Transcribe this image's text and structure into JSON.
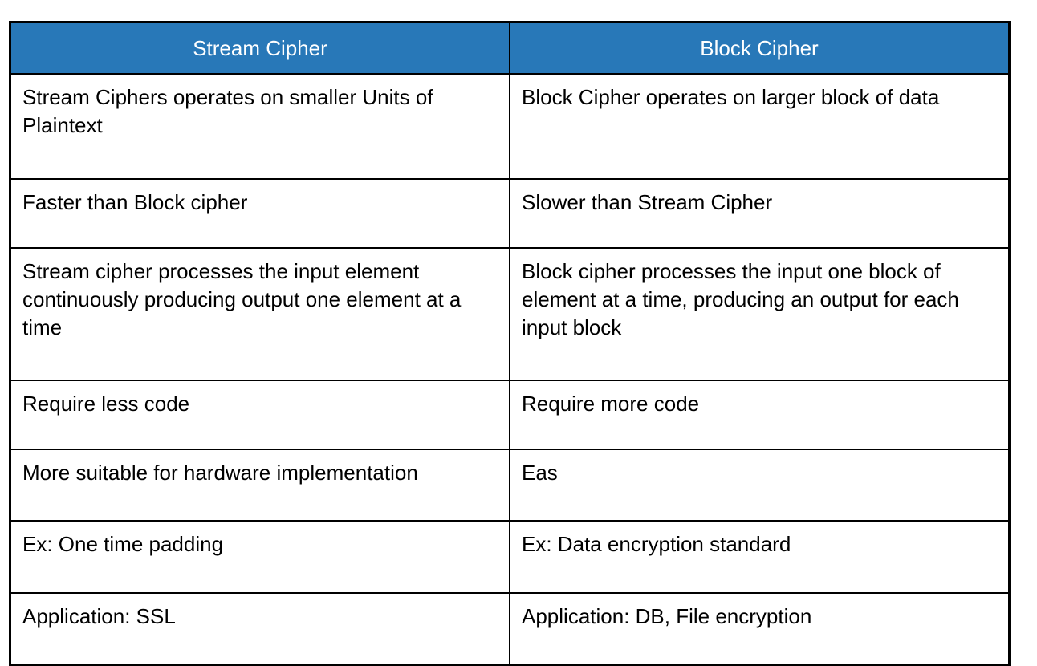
{
  "table": {
    "title": "Stream Cipher vs Block Cipher comparison table",
    "header_bg_color": "#2878B8",
    "header_text_color": "#FFFFFF",
    "border_color": "#000000",
    "headers": [
      {
        "label": "Stream Cipher"
      },
      {
        "label": "Block Cipher"
      }
    ],
    "rows": [
      {
        "left": "Stream Ciphers operates on smaller Units of Plaintext",
        "right": "Block Cipher operates on larger block of data"
      },
      {
        "left": "Faster than Block cipher",
        "right": "Slower than Stream Cipher"
      },
      {
        "left": "Stream cipher processes the input element continuously producing output one element at a time",
        "right": "Block cipher processes the input one block of element at a time, producing an output for each input block"
      },
      {
        "left": "Require less code",
        "right": "Require more code"
      },
      {
        "left": "More suitable for hardware implementation",
        "right": "Eas"
      },
      {
        "left": "Ex: One time padding",
        "right": "Ex: Data encryption standard"
      },
      {
        "left": "Application: SSL",
        "right": "Application: DB, File encryption"
      }
    ]
  }
}
